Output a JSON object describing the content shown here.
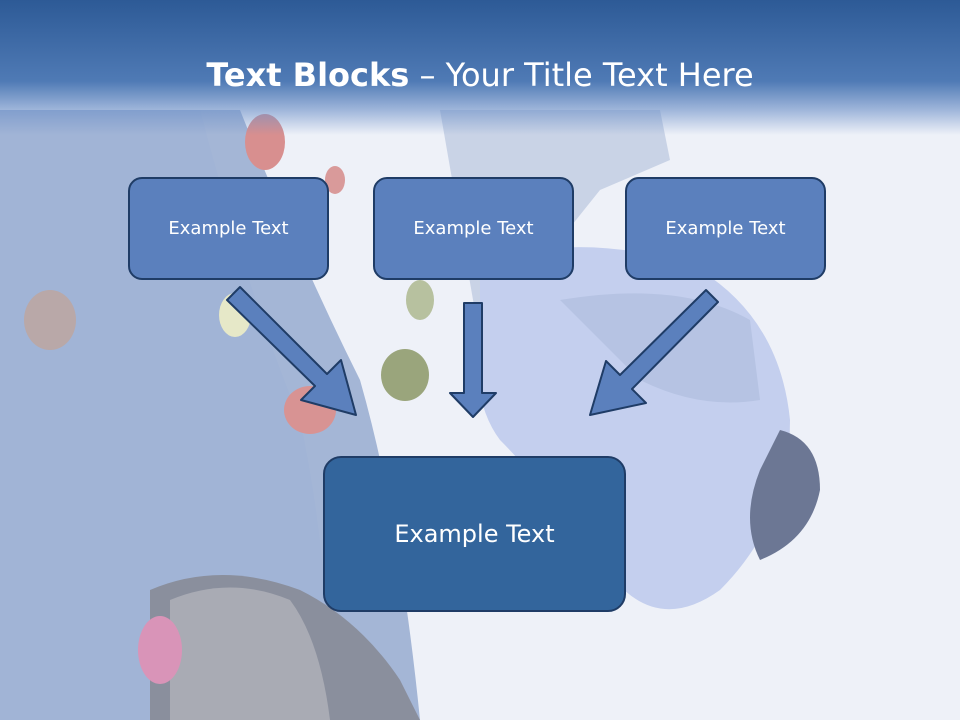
{
  "slide": {
    "title_bold": "Text Blocks",
    "title_dash": " – ",
    "title_rest": "Your Title Text Here"
  },
  "boxes": {
    "top_left": "Example Text",
    "top_center": "Example Text",
    "top_right": "Example Text",
    "bottom": "Example Text"
  },
  "colors": {
    "header": "#2d5a96",
    "box_fill": "#5b80bd",
    "box_main_fill": "#33659c",
    "box_border": "#1f3c66",
    "arrow_fill": "#5b80bd"
  }
}
